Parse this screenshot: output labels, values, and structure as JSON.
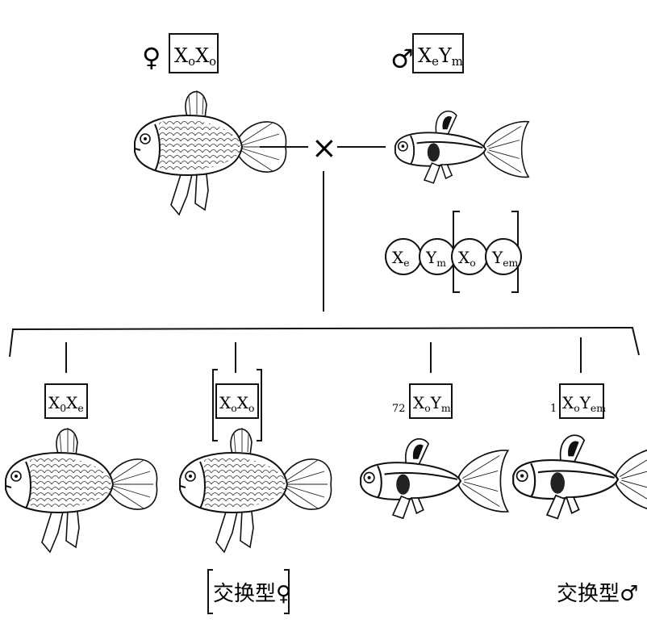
{
  "parents": {
    "female": {
      "symbol": "♀",
      "genotype": {
        "a": "X",
        "as": "o",
        "b": "X",
        "bs": "o"
      }
    },
    "male": {
      "symbol": "♂",
      "genotype": {
        "a": "X",
        "as": "e",
        "b": "Y",
        "bs": "m"
      }
    },
    "cross_symbol": "×"
  },
  "gametes": [
    {
      "base": "X",
      "sub": "e"
    },
    {
      "base": "Y",
      "sub": "m"
    },
    {
      "base": "X",
      "sub": "o"
    },
    {
      "base": "Y",
      "sub": "em"
    }
  ],
  "offspring": [
    {
      "genotype": {
        "a": "X",
        "as": "0",
        "b": "X",
        "bs": "e"
      },
      "count": ""
    },
    {
      "genotype": {
        "a": "X",
        "as": "o",
        "b": "X",
        "bs": "o"
      },
      "count": ""
    },
    {
      "genotype": {
        "a": "X",
        "as": "o",
        "b": "Y",
        "bs": "m"
      },
      "count": "72"
    },
    {
      "genotype": {
        "a": "X",
        "as": "o",
        "b": "Y",
        "bs": "em"
      },
      "count": "1"
    }
  ],
  "captions": {
    "exchange_female": "交换型♀",
    "exchange_male": "交换型♂"
  }
}
